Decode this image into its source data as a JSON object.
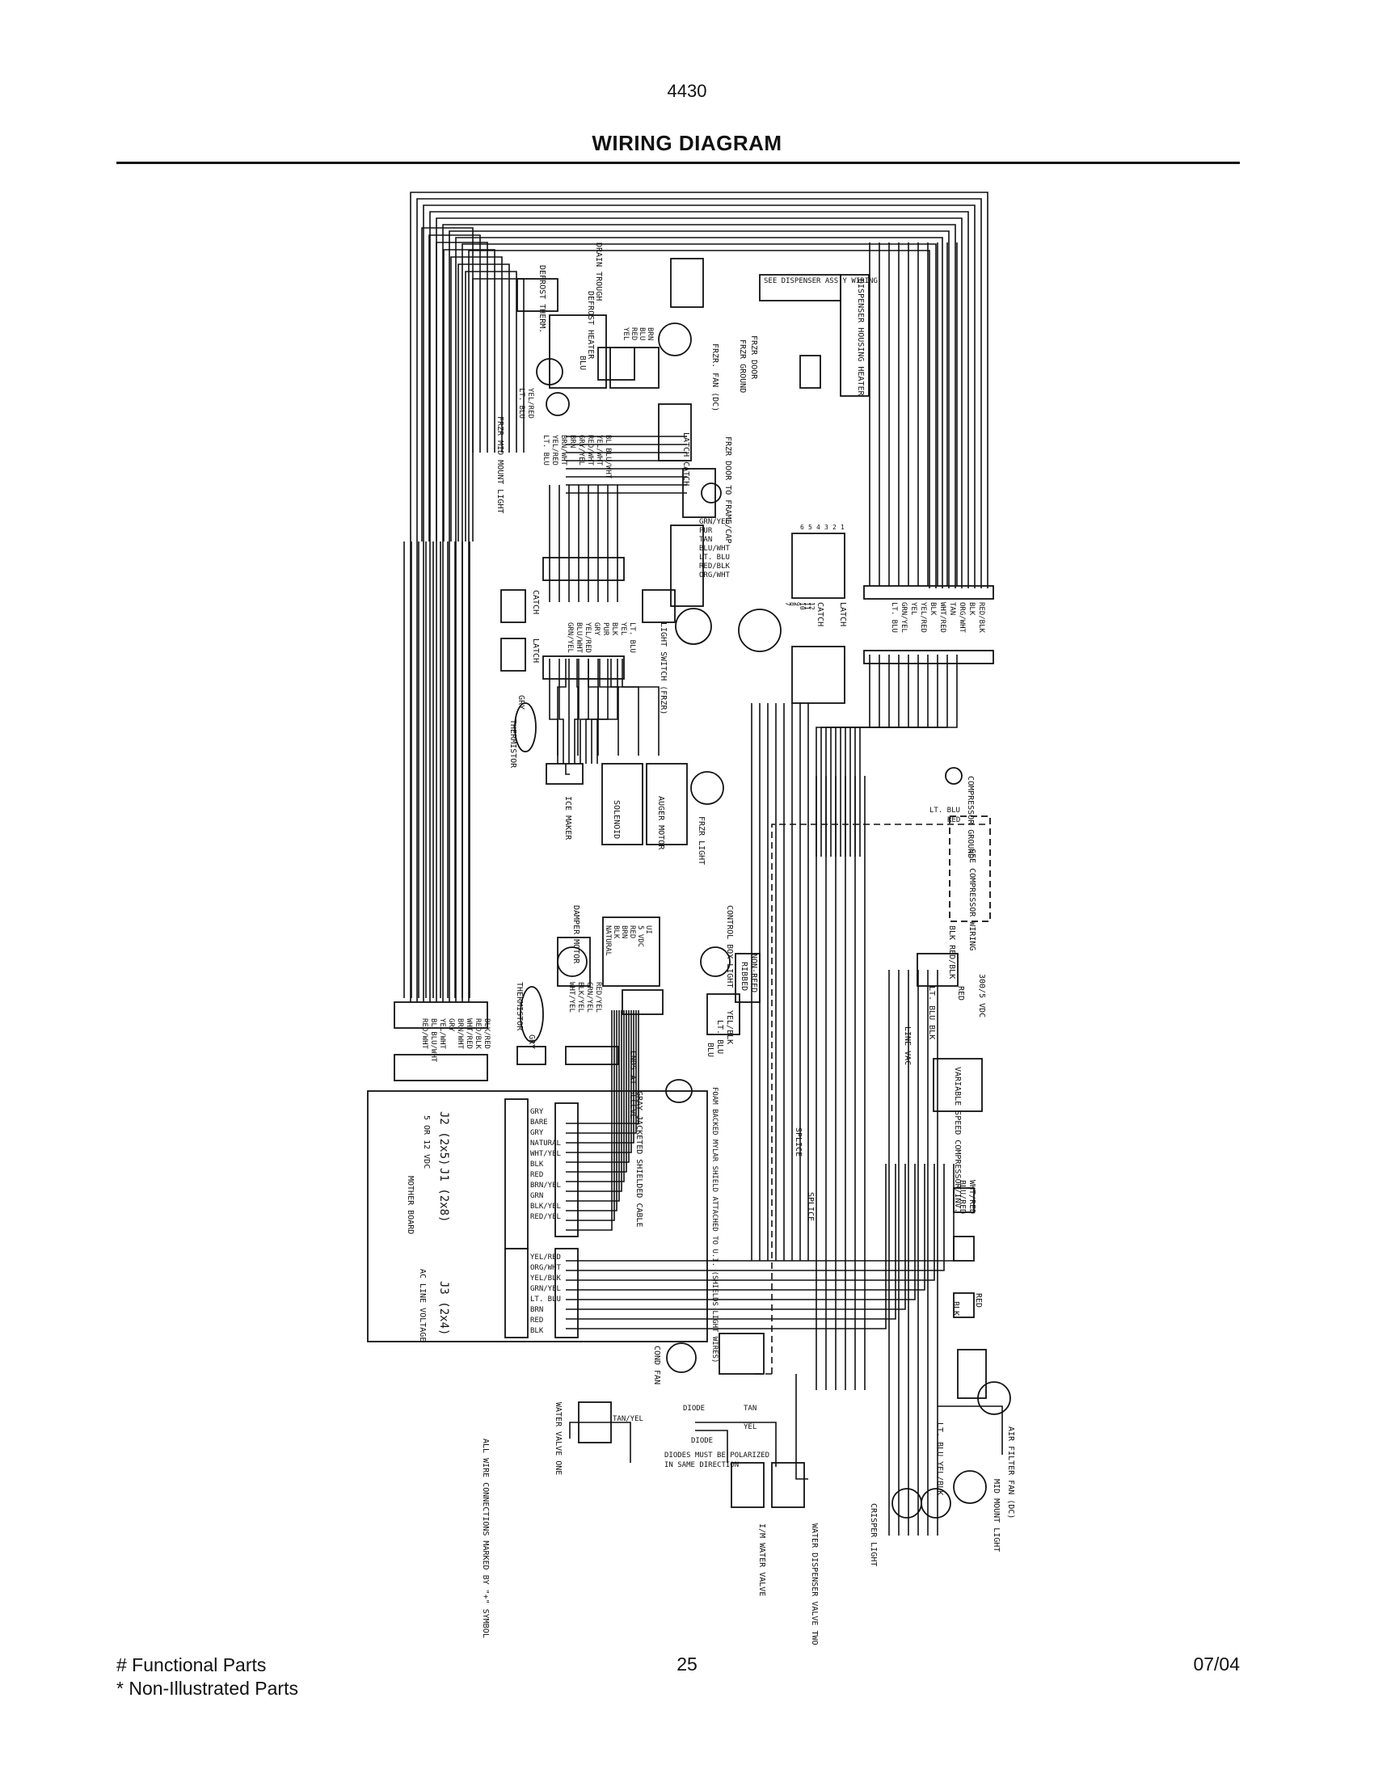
{
  "header": {
    "model_number": "4430",
    "title": "WIRING DIAGRAM"
  },
  "diagram": {
    "left_column": {
      "defrost_therm": "DEFROST THERM.",
      "drain_trough": "DRAIN TROUGH",
      "defrost_heater": "DEFROST HEATER",
      "defrost_heater_wire": "BLU",
      "frzr_fan": "FRZR. FAN (DC)",
      "fan_wires": [
        "BRN",
        "BLU",
        "RED",
        "YEL"
      ],
      "frzr_mid_mount_light": "FRZR MID MOUNT LIGHT",
      "mid_wires": [
        "YEL/RED",
        "LT. BLU"
      ],
      "upper_harness_wires": [
        "BL BLU/WHT",
        "YEL/WHT",
        "RED/WHT",
        "GRY/YEL",
        "BRN",
        "BRN/WHT",
        "YEL/RED",
        "LT. BLU"
      ],
      "latch_catch": "LATCH CATCH",
      "frzr_door_to_frame": "FRZR DOOR TO FRAME/CAP",
      "center_wires": [
        "GRN/YEL",
        "PUR",
        "TAN",
        "BLU/WHT",
        "LT. BLU",
        "RED/BLK",
        "ORG/WHT"
      ],
      "catch": "CATCH",
      "lower_harness_wires": [
        "LT. BLU",
        "YEL",
        "BLK",
        "PUR",
        "GRY",
        "YEL/RED",
        "BLU/WHT",
        "GRN/YEL"
      ],
      "light_switch": "LIGHT SWITCH (FRZR)",
      "latch": "LATCH",
      "gry": "GRY",
      "thermistor": "THERMISTOR",
      "ice_maker": "ICE MAKER",
      "solenoid": "SOLENOID",
      "auger_motor": "AUGER MOTOR",
      "frzr_light": "FRZR LIGHT"
    },
    "right_column": {
      "dispenser_assy_note": "SEE DISPENSER ASS'Y WIRING",
      "dispenser_housing_heater": "DISPENSER HOUSING HEATER",
      "frzr_ground": "FRZR GROUND",
      "frzr_door": "FRZR DOOR",
      "connector_a_pins": [
        "6",
        "5",
        "4",
        "3",
        "2",
        "1"
      ],
      "connector_a_pins_b": [
        "12",
        "11",
        "10",
        "9",
        "8",
        "7"
      ],
      "catch": "CATCH",
      "latch": "LATCH",
      "right_wires": [
        "RED/BLK",
        "BLK",
        "ORG/WHT",
        "TAN",
        "WHT/RED",
        "BLK",
        "YEL/RED",
        "YEL",
        "GRN/YEL",
        "LT. BLU"
      ],
      "compressor_ground": "COMPRESSOR GROUND",
      "lt_blu": "LT. BLU",
      "red": "RED",
      "see_compressor_wiring": "SEE COMPRESSOR WIRING",
      "blk_red_blk": "BLK RED/BLK",
      "vdc": "300/5 VDC",
      "lt_blu_blk": "LT. BLU BLK",
      "line_vac": "LINE VAC",
      "red2": "RED",
      "variable_speed": "VARIABLE SPEED COMPRESSOR/INV.",
      "wht_red": "WHT/RED",
      "blu_red": "BLU/RED",
      "red3": "RED",
      "blk": "BLK",
      "air_filter_fan": "AIR FILTER FAN (DC)",
      "lt_blu_yel_blk": "LT. BLU YEL/BLK",
      "mid_mount_light": "MID MOUNT LIGHT",
      "crisper_light": "CRISPER LIGHT"
    },
    "lower_section": {
      "damper_motor": "DAMPER MOTOR",
      "control_box_light": "CONTROL BOX LIGHT",
      "ui_board": [
        "UI",
        "5 VDC",
        "RED",
        "BRN",
        "BLK",
        "NATURAL"
      ],
      "thermistor": "THERMISTOR",
      "damper_wires": [
        "RED/YEL",
        "GRN/YEL",
        "BLK/YEL",
        "WHT/YEL"
      ],
      "non_reed": "NON-REED",
      "ribbed": "RIBBED",
      "yel_blk": "YEL/BLK",
      "lt_blu": "LT. BLU",
      "blu": "BLU",
      "ends_at_sleeve": "ENDS AT SLEEVE",
      "gry": "GRY",
      "foam_backed": "FOAM BACKED MYLAR SHIELD ATTACHED TO U.I. (SHIELDS LIGHT WIRES)",
      "gray_jacketed": "GRAY JACKETED SHIELDED CABLE",
      "splice": "SPLICE",
      "left_connector_wires": [
        "BLK/RED",
        "RED/BLK",
        "WHT/RED",
        "BRN/WHT",
        "GRY",
        "YEL/WHT",
        "BL BLU/WHT",
        "RED/WHT"
      ],
      "j2": "J2 (2x5)",
      "j2_sub": "5 OR 12 VDC",
      "j1": "J1 (2x8)",
      "mother_board": "MOTHER BOARD",
      "j1_wires": [
        "GRY",
        "BARE",
        "GRY",
        "NATURAL",
        "WHT/YEL",
        "BLK",
        "RED",
        "BRN/YEL",
        "GRN",
        "BLK/YEL",
        "RED/YEL"
      ],
      "j3": "J3 (2x4)",
      "ac_line_voltage": "AC LINE VOLTAGE",
      "j3_wires": [
        "YEL/RED",
        "ORG/WHT",
        "YEL/BLK",
        "GRN/YEL",
        "LT. BLU",
        "BRN",
        "RED",
        "BLK"
      ],
      "cond_fan": "COND FAN",
      "water_valve_one": "WATER VALVE ONE",
      "tan_yel": "TAN/YEL",
      "diode": "DIODE",
      "tan": "TAN",
      "yel": "YEL",
      "diodes_note": "DIODES MUST BE POLARIZED IN SAME DIRECTION",
      "im_water_valve": "I/M WATER VALVE",
      "water_dispenser_valve_two": "WATER DISPENSER VALVE TWO",
      "connections_note": "ALL WIRE CONNECTIONS MARKED BY \"+\" SYMBOL"
    }
  },
  "footer": {
    "functional": "# Functional Parts",
    "non_illustrated": "* Non-Illustrated Parts",
    "page_number": "25",
    "date": "07/04"
  }
}
